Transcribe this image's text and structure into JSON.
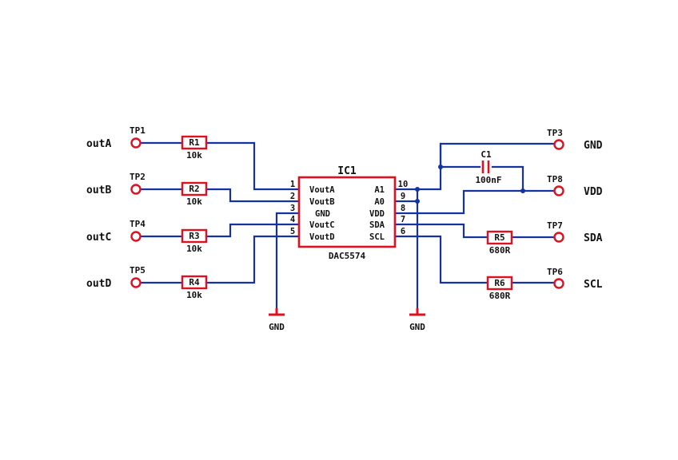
{
  "ic": {
    "ref": "IC1",
    "part": "DAC5574"
  },
  "left_pins": [
    {
      "num": "1",
      "name": "VoutA"
    },
    {
      "num": "2",
      "name": "VoutB"
    },
    {
      "num": "3",
      "name": "GND"
    },
    {
      "num": "4",
      "name": "VoutC"
    },
    {
      "num": "5",
      "name": "VoutD"
    }
  ],
  "right_pins": [
    {
      "num": "10",
      "name": "A1"
    },
    {
      "num": "9",
      "name": "A0"
    },
    {
      "num": "8",
      "name": "VDD"
    },
    {
      "num": "7",
      "name": "SDA"
    },
    {
      "num": "6",
      "name": "SCL"
    }
  ],
  "left_channels": [
    {
      "net": "outA",
      "tp": "TP1",
      "res": "R1",
      "val": "10k"
    },
    {
      "net": "outB",
      "tp": "TP2",
      "res": "R2",
      "val": "10k"
    },
    {
      "net": "outC",
      "tp": "TP4",
      "res": "R3",
      "val": "10k"
    },
    {
      "net": "outD",
      "tp": "TP5",
      "res": "R4",
      "val": "10k"
    }
  ],
  "right_channels": [
    {
      "net": "GND",
      "tp": "TP3"
    },
    {
      "net": "VDD",
      "tp": "TP8"
    },
    {
      "net": "SDA",
      "tp": "TP7",
      "res": "R5",
      "val": "680R"
    },
    {
      "net": "SCL",
      "tp": "TP6",
      "res": "R6",
      "val": "680R"
    }
  ],
  "capacitor": {
    "ref": "C1",
    "val": "100nF"
  },
  "gnd_symbols": [
    "GND",
    "GND"
  ],
  "colors": {
    "wire": "#1533a0",
    "component": "#e01020",
    "text": "#111111"
  }
}
